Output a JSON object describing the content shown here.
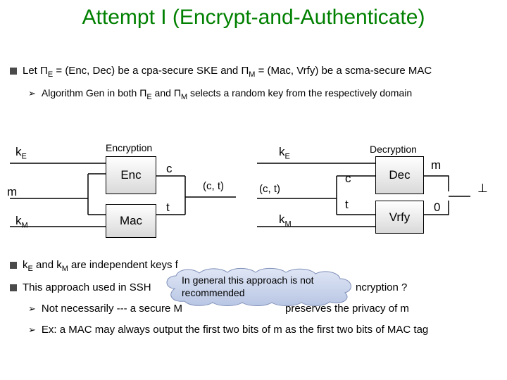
{
  "title": "Attempt I (Encrypt-and-Authenticate)",
  "bullets": {
    "b1_a": "Let ",
    "b1_pi1": "Π",
    "b1_sub1": "E",
    "b1_b": " = (Enc, Dec) be a cpa-secure SKE and ",
    "b1_pi2": "Π",
    "b1_sub2": "M",
    "b1_c": " = (Mac, Vrfy) be a scma-secure MAC",
    "b2_a": "Algorithm Gen in both ",
    "b2_pi1": "Π",
    "b2_sub1": "E",
    "b2_b": " and ",
    "b2_pi2": "Π",
    "b2_sub2": "M",
    "b2_c": " selects a random key from the respectively domain",
    "b3_a": "k",
    "b3_sub1": "E",
    "b3_b": " and k",
    "b3_sub2": "M",
    "b3_c": " are independent keys f",
    "b4_a": "This approach used in SSH",
    "b4_b": "ncryption ?",
    "b5_a": "Not necessarily --- a secure M",
    "b5_b": "preserves the privacy of m",
    "b6": "Ex: a MAC may always output the first two bits of m as the first two bits of MAC tag"
  },
  "diagram": {
    "left_title": "Encryption",
    "right_title": "Decryption",
    "kE": "k",
    "kE_sub": "E",
    "kM": "k",
    "kM_sub": "M",
    "m": "m",
    "enc": "Enc",
    "mac": "Mac",
    "c": "c",
    "t": "t",
    "ct": "(c, t)",
    "dec": "Dec",
    "vrfy": "Vrfy",
    "m_out": "m",
    "zero": "0",
    "bottom": "⊥"
  },
  "callout": "In general this approach is not recommended"
}
